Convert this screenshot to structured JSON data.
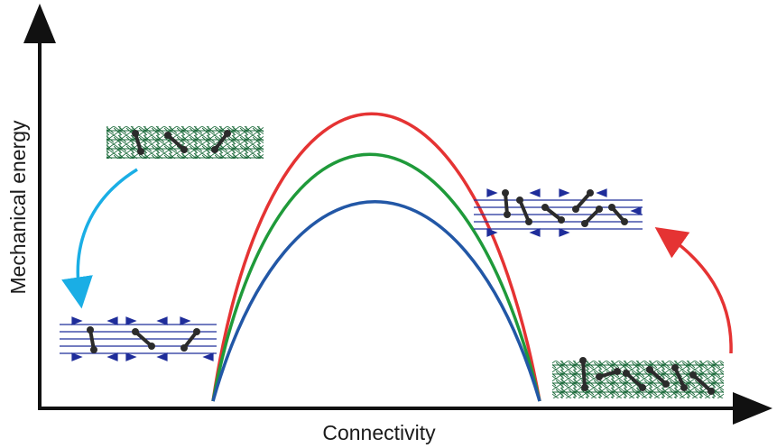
{
  "axes": {
    "x_label": "Connectivity",
    "y_label": "Mechanical energy"
  },
  "curves": [
    {
      "color": "#e53333",
      "peak_rank": 1
    },
    {
      "color": "#1f9a3a",
      "peak_rank": 2
    },
    {
      "color": "#2257a6",
      "peak_rank": 3
    }
  ],
  "arrows": {
    "left_curved_arrow_color": "#1aaee5",
    "right_curved_arrow_color": "#e53333"
  },
  "insets": {
    "fiber_network_color": "#1d6b3c",
    "ordered_lattice_color": "#1f2d9a",
    "molecule_color": "#2b2b2b"
  }
}
